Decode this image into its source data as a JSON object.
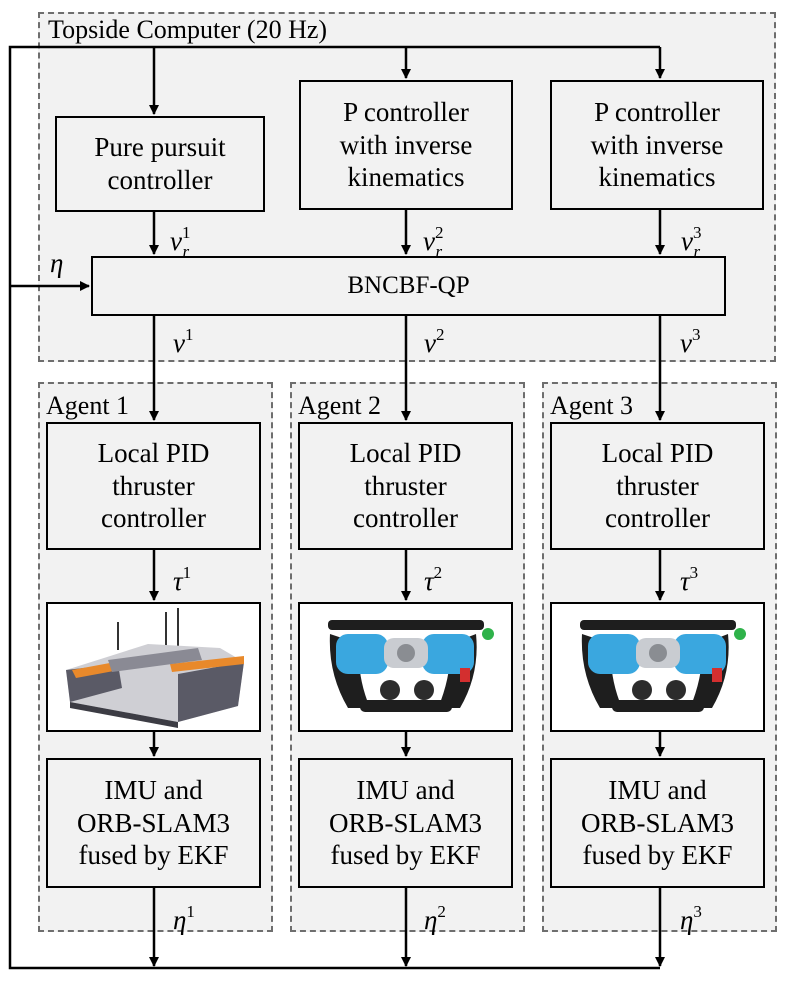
{
  "topside": {
    "title": "Topside Computer (20 Hz)"
  },
  "controllers": [
    {
      "label": "Pure pursuit\ncontroller"
    },
    {
      "label": "P controller\nwith inverse\nkinematics"
    },
    {
      "label": "P controller\nwith inverse\nkinematics"
    }
  ],
  "qp": {
    "label": "BNCBF-QP"
  },
  "agents": [
    {
      "title": "Agent 1",
      "pid": "Local PID\nthruster\ncontroller",
      "sensor": "IMU and\nORB-SLAM3\nfused by EKF",
      "vehicle_icon": "surface-vessel-icon"
    },
    {
      "title": "Agent 2",
      "pid": "Local PID\nthruster\ncontroller",
      "sensor": "IMU and\nORB-SLAM3\nfused by EKF",
      "vehicle_icon": "underwater-rov-icon"
    },
    {
      "title": "Agent 3",
      "pid": "Local PID\nthruster\ncontroller",
      "sensor": "IMU and\nORB-SLAM3\nfused by EKF",
      "vehicle_icon": "underwater-rov-icon"
    }
  ],
  "signals": {
    "eta_feedback": {
      "base": "η"
    },
    "nu_r": [
      {
        "base": "ν",
        "sub": "r",
        "sup": "1"
      },
      {
        "base": "ν",
        "sub": "r",
        "sup": "2"
      },
      {
        "base": "ν",
        "sub": "r",
        "sup": "3"
      }
    ],
    "nu": [
      {
        "base": "ν",
        "sup": "1"
      },
      {
        "base": "ν",
        "sup": "2"
      },
      {
        "base": "ν",
        "sup": "3"
      }
    ],
    "tau": [
      {
        "base": "τ",
        "sup": "1"
      },
      {
        "base": "τ",
        "sup": "2"
      },
      {
        "base": "τ",
        "sup": "3"
      }
    ],
    "eta": [
      {
        "base": "η",
        "sup": "1"
      },
      {
        "base": "η",
        "sup": "2"
      },
      {
        "base": "η",
        "sup": "3"
      }
    ]
  },
  "colors": {
    "block_fill": "#f2f2f2",
    "region_border": "#6e6e6e",
    "rov_frame": "#1e1e1e",
    "rov_hull": "#3aa7df",
    "vessel_hull": "#5a5a66",
    "vessel_deck": "#e8892b"
  }
}
